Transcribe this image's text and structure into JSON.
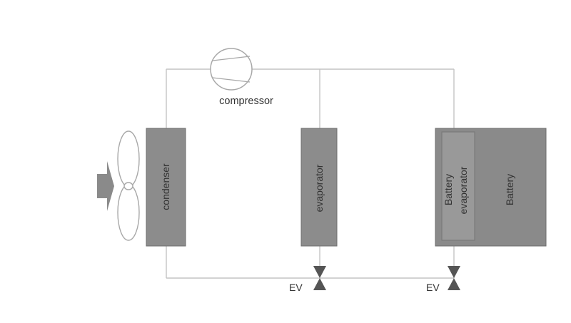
{
  "labels": {
    "compressor": "compressor",
    "condenser": "condenser",
    "evaporator": "evaporator",
    "battery_evaporator_line1": "Battery",
    "battery_evaporator_line2": "evaporator",
    "battery": "Battery",
    "ev_left": "EV",
    "ev_right": "EV"
  },
  "colors": {
    "pipe": "#c4c4c4",
    "component_fill": "#8c8c8c",
    "component_stroke": "#6e6e6e",
    "battery_fill": "#8a8a8a",
    "inner_fill": "#999999",
    "fan_stroke": "#a8a8a8",
    "valve": "#555555",
    "arrow": "#8a8a8a",
    "text": "#333333"
  },
  "icons": {
    "fan": "fan-icon",
    "compressor": "compressor-icon",
    "airflow": "airflow-arrow-icon",
    "valve": "expansion-valve-icon"
  }
}
